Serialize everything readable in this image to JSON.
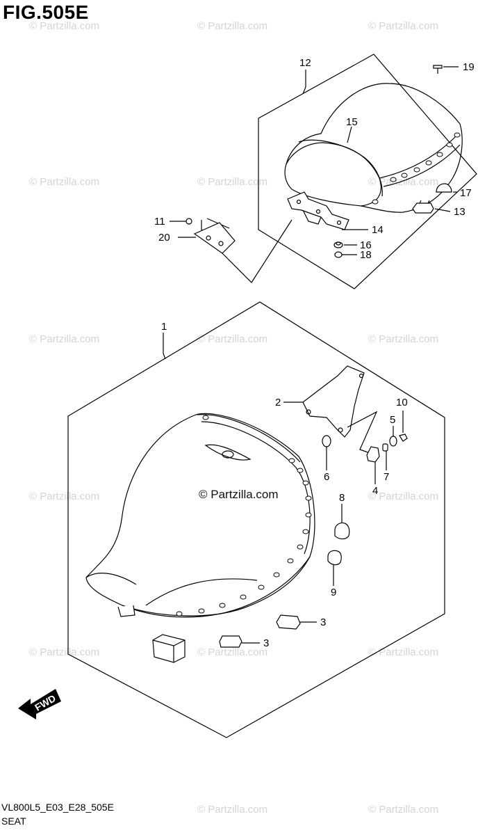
{
  "figure": {
    "title": "FIG.505E"
  },
  "footer": {
    "code": "VL800L5_E03_E28_505E",
    "name": "SEAT"
  },
  "watermark": {
    "text": "© Partzilla.com",
    "color": "#d4d4d4"
  },
  "fwd_label": "FWD",
  "callouts": {
    "c1": "1",
    "c2": "2",
    "c3a": "3",
    "c3b": "3",
    "c4": "4",
    "c5": "5",
    "c6": "6",
    "c7": "7",
    "c8": "8",
    "c9": "9",
    "c10": "10",
    "c11": "11",
    "c12": "12",
    "c13": "13",
    "c14": "14",
    "c15": "15",
    "c16": "16",
    "c17": "17",
    "c18": "18",
    "c19": "19",
    "c20": "20"
  }
}
